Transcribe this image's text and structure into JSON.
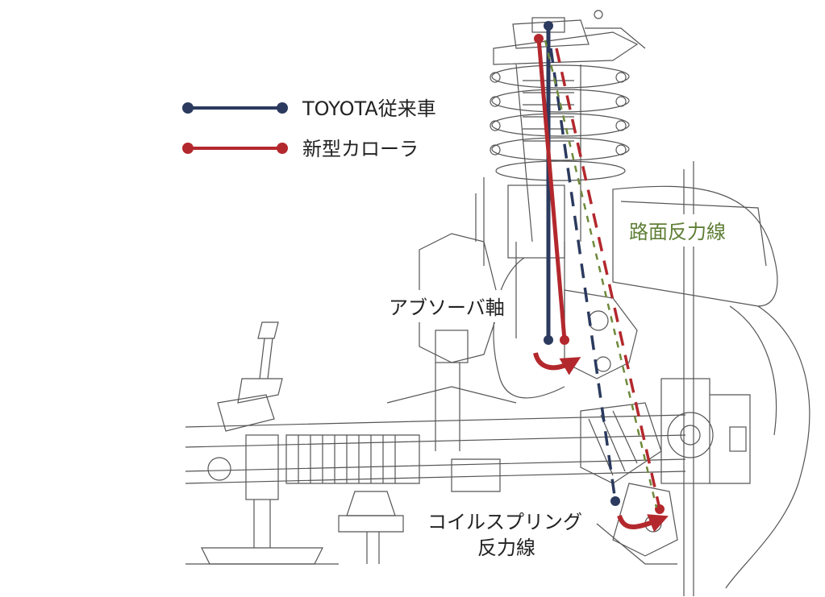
{
  "legend": {
    "items": [
      {
        "label": "TOYOTA従来車",
        "color": "#2b3a5e"
      },
      {
        "label": "新型カローラ",
        "color": "#b3282d"
      }
    ]
  },
  "annotations": {
    "road_reaction_line": "路面反力線",
    "absorber_axis": "アブソーバ軸",
    "coil_spring_line_1": "コイルスプリング",
    "coil_spring_line_2": "反力線"
  },
  "colors": {
    "conventional": "#2b3a5e",
    "new_corolla": "#b3282d",
    "road_line": "#6f8a3c",
    "drawing": "#555555"
  }
}
